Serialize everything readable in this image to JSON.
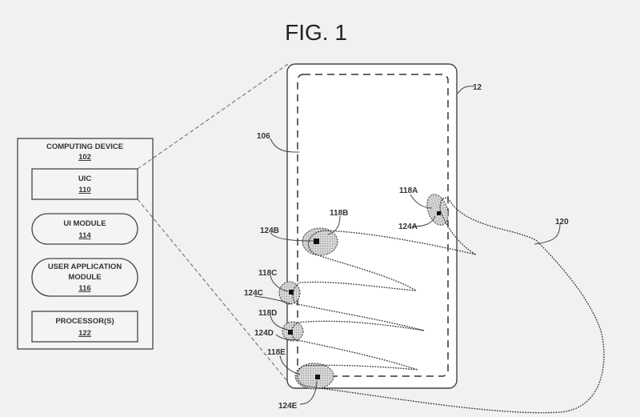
{
  "figure": {
    "title": "FIG. 1"
  },
  "computing_device": {
    "title": "COMPUTING DEVICE",
    "ref": "102",
    "components": [
      {
        "label": "UIC",
        "ref": "110"
      },
      {
        "label": "UI MODULE",
        "ref": "114"
      },
      {
        "label_line1": "USER APPLICATION",
        "label_line2": "MODULE",
        "ref": "116"
      },
      {
        "label": "PROCESSOR(S)",
        "ref": "122"
      }
    ]
  },
  "device": {
    "ref": "12",
    "display_ref": "106",
    "gesture_ref": "120"
  },
  "touch_points": [
    {
      "region": "118A",
      "location": "124A"
    },
    {
      "region": "118B",
      "location": "124B"
    },
    {
      "region": "118C",
      "location": "124C"
    },
    {
      "region": "118D",
      "location": "124D"
    },
    {
      "region": "118E",
      "location": "124E"
    }
  ],
  "colors": {
    "line": "#333333",
    "background": "#f1f1f1",
    "blob": "#c8c8c8"
  }
}
